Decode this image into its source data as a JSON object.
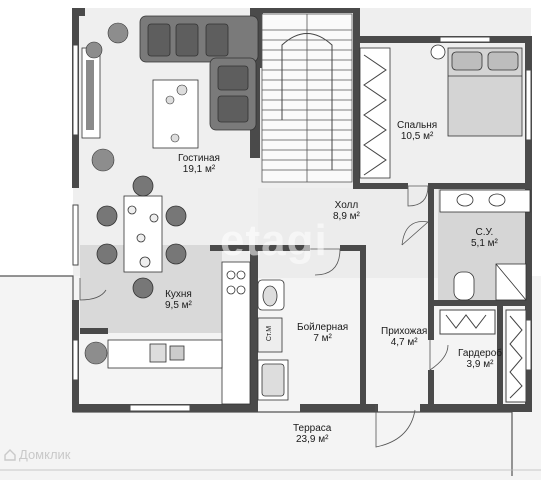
{
  "rooms": [
    {
      "id": "living",
      "name": "Гостиная",
      "area": "19,1 м²"
    },
    {
      "id": "kitchen",
      "name": "Кухня",
      "area": "9,5 м²"
    },
    {
      "id": "hall",
      "name": "Холл",
      "area": "8,9 м²"
    },
    {
      "id": "bedroom",
      "name": "Спальня",
      "area": "10,5 м²"
    },
    {
      "id": "bathroom",
      "name": "С.У.",
      "area": "5,1 м²"
    },
    {
      "id": "boiler",
      "name": "Бойлерная",
      "area": "7 м²"
    },
    {
      "id": "entry",
      "name": "Прихожая",
      "area": "4,7 м²"
    },
    {
      "id": "wardrobe",
      "name": "Гардероб",
      "area": "3,9 м²"
    },
    {
      "id": "terrace",
      "name": "Терраса",
      "area": "23,9 м²"
    }
  ],
  "fixtures": {
    "washer_label": "Ст.М"
  },
  "watermark": "etagi",
  "brand": "Домклик",
  "colors": {
    "wall": "#4a4a4a",
    "floor": "#efefef",
    "kitchen_floor": "#d9d9d9",
    "bath_floor": "#d6d6d6"
  }
}
